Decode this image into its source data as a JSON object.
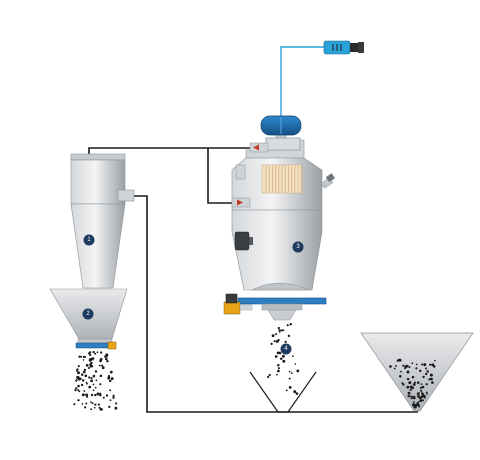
{
  "markers": [
    {
      "id": "marker-1",
      "label": "1"
    },
    {
      "id": "marker-2",
      "label": "2"
    },
    {
      "id": "marker-3",
      "label": "3"
    },
    {
      "id": "marker-4",
      "label": "4"
    }
  ],
  "colors": {
    "steel_light": "#e6e8ea",
    "steel_dark": "#8e9398",
    "pipe": "#1a1a1a",
    "blue_accent": "#1e6fb0",
    "cable": "#2aa3d8",
    "marker_fill": "#1d3a5f",
    "valve_orange": "#e8a317",
    "filter_cream": "#f6e2c4",
    "filter_stripe": "#d9b88e"
  }
}
